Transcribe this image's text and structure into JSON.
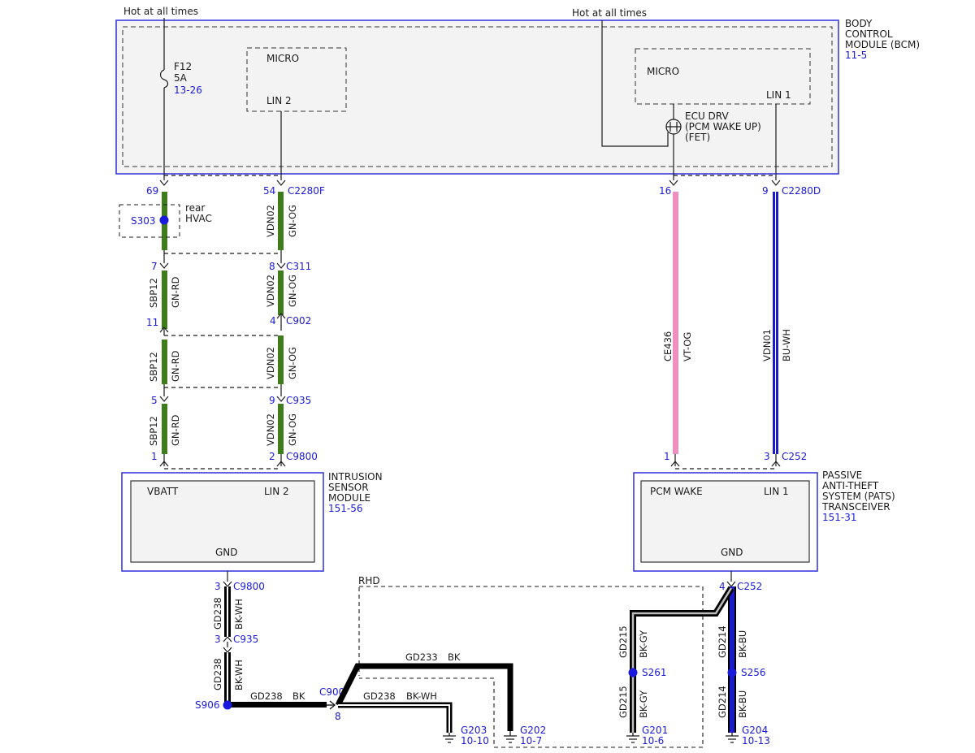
{
  "colors": {
    "module_border": "#3b3be0",
    "module_fill": "#f3f3f3",
    "ref_text": "#1a1adc",
    "wire_green": "#3f7d1c",
    "wire_pink": "#ef8fc0",
    "wire_blue": "#1b1bc8",
    "wire_black": "#000000"
  },
  "hot_labels": {
    "left": "Hot at all times",
    "right": "Hot at all times"
  },
  "bcm": {
    "name_l1": "BODY",
    "name_l2": "CONTROL",
    "name_l3": "MODULE (BCM)",
    "ref": "11-5",
    "micro_left": "MICRO",
    "lin2": "LIN 2",
    "micro_right": "MICRO",
    "lin1": "LIN 1",
    "fuse_name": "F12",
    "fuse_rating": "5A",
    "fuse_ref": "13-26",
    "ecu_l1": "ECU DRV",
    "ecu_l2": "(PCM WAKE UP)",
    "ecu_l3": "(FET)"
  },
  "bcm_pins": {
    "p69": "69",
    "p54": "54",
    "conn_f": "C2280F",
    "p16": "16",
    "p9": "9",
    "conn_d": "C2280D"
  },
  "s303": {
    "id": "S303",
    "l1": "rear",
    "l2": "HVAC"
  },
  "c311": {
    "p7": "7",
    "p8": "8",
    "conn": "C311"
  },
  "c902": {
    "p11": "11",
    "p4": "4",
    "conn": "C902"
  },
  "c935_top": {
    "p5": "5",
    "p9": "9",
    "conn": "C935"
  },
  "c9800_top": {
    "p1": "1",
    "p2": "2",
    "conn": "C9800"
  },
  "wires": {
    "vdn02": "VDN02",
    "gn_og": "GN-OG",
    "sbp12": "SBP12",
    "gn_rd": "GN-RD",
    "ce436": "CE436",
    "vt_og": "VT-OG",
    "vdn01": "VDN01",
    "bu_wh": "BU-WH",
    "gd238": "GD238",
    "bk_wh": "BK-WH",
    "bk": "BK",
    "gd233": "GD233",
    "gd215": "GD215",
    "bk_gy": "BK-GY",
    "gd214": "GD214",
    "bk_bu": "BK-BU"
  },
  "c252_top": {
    "p1": "1",
    "p3": "3",
    "conn": "C252"
  },
  "ism": {
    "name_l1": "INTRUSION",
    "name_l2": "SENSOR",
    "name_l3": "MODULE",
    "ref": "151-56",
    "vbatt": "VBATT",
    "lin2": "LIN 2",
    "gnd": "GND"
  },
  "pats": {
    "name_l1": "PASSIVE",
    "name_l2": "ANTI-THEFT",
    "name_l3": "SYSTEM (PATS)",
    "name_l4": "TRANSCEIVER",
    "ref": "151-31",
    "pcm_wake": "PCM WAKE",
    "lin1": "LIN 1",
    "gnd": "GND"
  },
  "ground_left": {
    "p3a": "3",
    "c9800": "C9800",
    "p3b": "3",
    "c935": "C935",
    "s906": "S906",
    "c900": "C900",
    "p8": "8",
    "rhd": "RHD"
  },
  "ground_right": {
    "p4": "4",
    "c252": "C252",
    "s261": "S261",
    "s256": "S256"
  },
  "grounds": {
    "g203": "G203",
    "g203_ref": "10-10",
    "g202": "G202",
    "g202_ref": "10-7",
    "g201": "G201",
    "g201_ref": "10-6",
    "g204": "G204",
    "g204_ref": "10-13"
  }
}
